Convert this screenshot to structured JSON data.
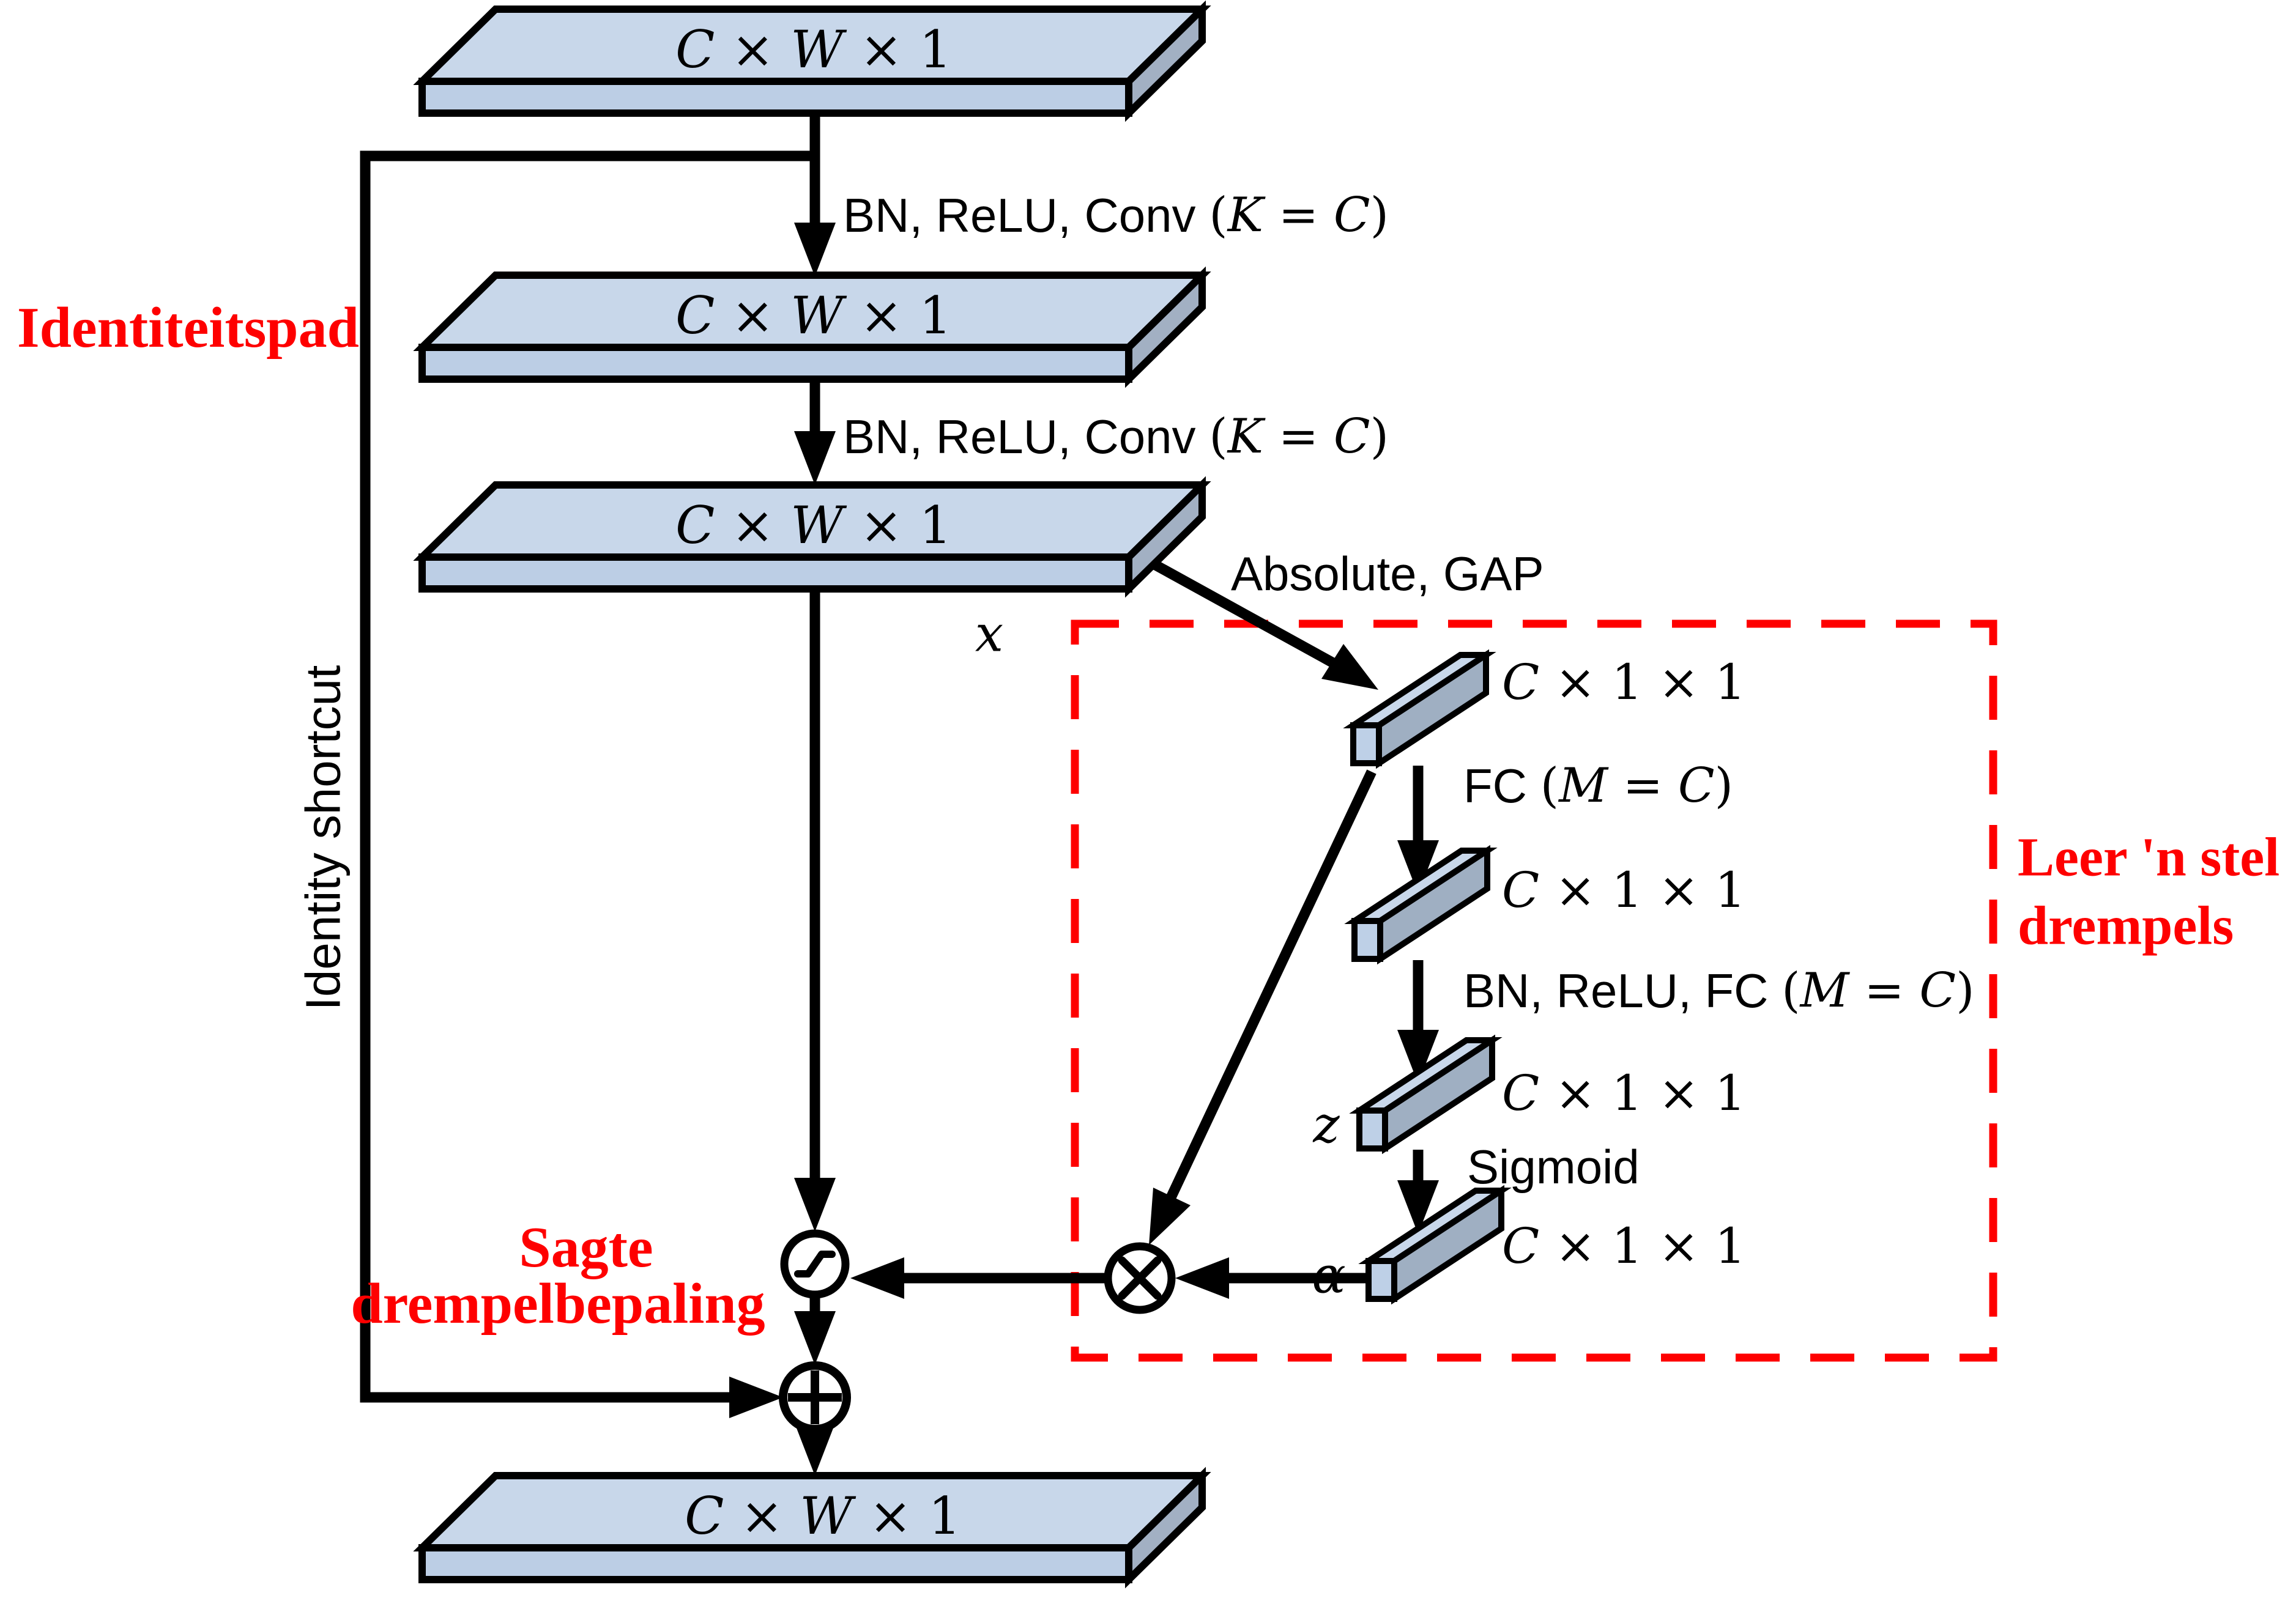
{
  "diagram": {
    "slab_label": {
      "c": "C",
      "t1": " × ",
      "w": "W",
      "t2": " × 1"
    },
    "vec_label": {
      "c": "C",
      "rest": " × 1 × 1"
    },
    "ops": {
      "bn_conv": {
        "pre": "BN, ReLU, Conv ",
        "lp": "(",
        "k": "K",
        "eq": " = ",
        "c": "C",
        "rp": ")"
      },
      "abs_gap": "Absolute, GAP",
      "fc": {
        "pre": "FC ",
        "lp": "(",
        "m": "M",
        "eq": " = ",
        "c": "C",
        "rp": ")"
      },
      "bn_fc": {
        "pre": "BN, ReLU, FC ",
        "lp": "(",
        "m": "M",
        "eq": " = ",
        "c": "C",
        "rp": ")"
      },
      "sigmoid": "Sigmoid"
    },
    "vars": {
      "x": "x",
      "z": "z",
      "alpha": "α"
    },
    "annotations": {
      "identity_path": "Identiteitspad",
      "identity_shortcut": "Identity shortcut",
      "soft_threshold_line1": "Sagte",
      "soft_threshold_line2": "drempelbepaling",
      "learn_thresholds_line1": "Leer 'n stel",
      "learn_thresholds_line2": "drempels"
    },
    "colors": {
      "red": "#fe0000",
      "slab_top": "#c8d7ea",
      "slab_front": "#bccee5",
      "slab_side": "#a2b0c3",
      "bar_top": "#c8d7ea",
      "bar_cap": "#bed0e7",
      "bar_side": "#9fafc2",
      "line": "#000000"
    }
  }
}
